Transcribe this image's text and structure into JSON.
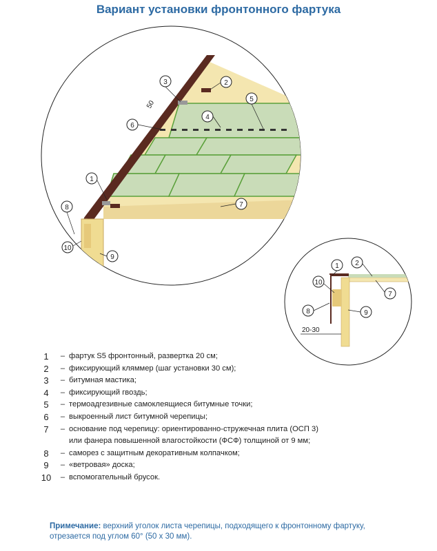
{
  "title": "Вариант установки фронтонного фартука",
  "main_callouts": [
    "1",
    "2",
    "3",
    "4",
    "5",
    "6",
    "7",
    "8",
    "9",
    "10"
  ],
  "detail_callouts": [
    "1",
    "2",
    "7",
    "9",
    "10",
    "8"
  ],
  "dim_50": "50",
  "dim_20_30": "20-30",
  "legend": [
    {
      "num": "1",
      "text": "фартук S5 фронтонный, развертка 20 см;"
    },
    {
      "num": "2",
      "text": "фиксирующий кляммер (шаг установки 30 см);"
    },
    {
      "num": "3",
      "text": "битумная мастика;"
    },
    {
      "num": "4",
      "text": "фиксирующий гвоздь;"
    },
    {
      "num": "5",
      "text": "термоадгезивные самоклеящиеся битумные точки;"
    },
    {
      "num": "6",
      "text": "выкроенный лист битумной черепицы;"
    },
    {
      "num": "7",
      "text": "основание под черепицу: ориентированно-стружечная плита (ОСП 3)\nили фанера повышенной влагостойкости (ФСФ) толщиной от 9 мм;"
    },
    {
      "num": "8",
      "text": "саморез с защитным декоративным колпачком;"
    },
    {
      "num": "9",
      "text": "«ветровая» доска;"
    },
    {
      "num": "10",
      "text": "вспомогательный брусок."
    }
  ],
  "note": {
    "label": "Примечание:",
    "text": " верхний уголок листа черепицы, подходящего к фронтонному фартуку, отрезается под углом 60° (50 х 30 мм)."
  },
  "colors": {
    "title": "#2d6aa3",
    "shingle": "#c9dcb8",
    "shingle_edge": "#5aa03a",
    "deck": "#f4e6b0",
    "flashing": "#5a2a20"
  }
}
